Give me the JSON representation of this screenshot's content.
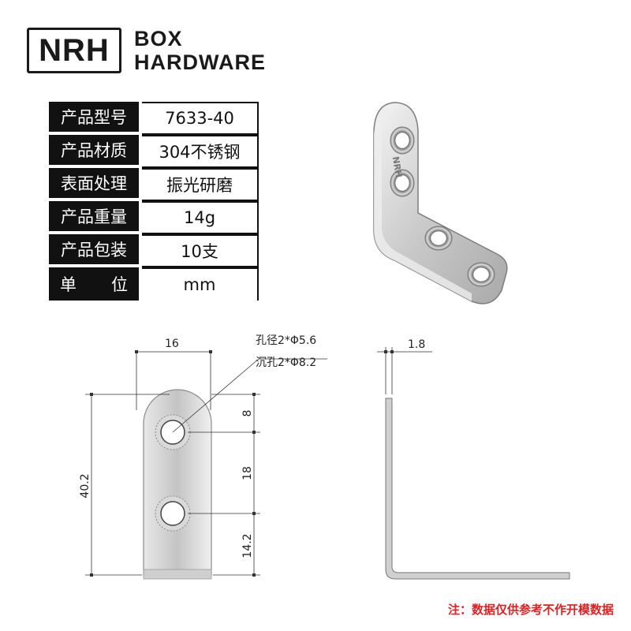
{
  "brand": {
    "logo_text": "NRH",
    "line1": "BOX",
    "line2": "HARDWARE"
  },
  "specs": [
    {
      "label": "产品型号",
      "value": "7633-40"
    },
    {
      "label": "产品材质",
      "value": "304不锈钢"
    },
    {
      "label": "表面处理",
      "value": "振光研磨"
    },
    {
      "label": "产品重量",
      "value": "14g"
    },
    {
      "label": "产品包装",
      "value": "10支"
    },
    {
      "label_a": "单",
      "label_b": "位",
      "value": "mm"
    }
  ],
  "dimensions": {
    "width": "16",
    "height": "40.2",
    "top_offset": "8",
    "hole_spacing": "18",
    "bottom_offset": "14.2",
    "thickness": "1.8",
    "hole_note": "孔径2*Φ5.6",
    "countersink_note": "沉孔2*Φ8.2"
  },
  "product_logo": "NRH",
  "footer_note": "注：数据仅供参考不作开模数据",
  "colors": {
    "note": "#e02020",
    "table_header": "#111111"
  }
}
